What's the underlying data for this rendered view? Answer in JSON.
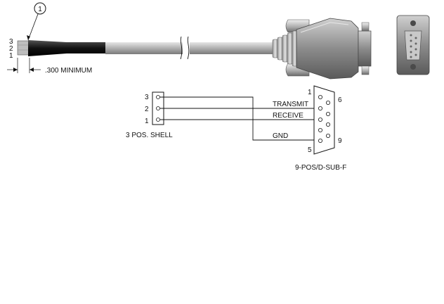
{
  "cable": {
    "callout_number": "1",
    "strand_numbers": [
      "3",
      "2",
      "1"
    ],
    "strip_length_label": ".300 MINIMUM"
  },
  "wiring": {
    "shell_pin_numbers": [
      "3",
      "2",
      "1"
    ],
    "shell_label": "3 POS. SHELL",
    "dsub_pin_numbers": {
      "p1": "1",
      "p6": "6",
      "p5": "5",
      "p9": "9"
    },
    "dsub_label": "9-POS/D-SUB-F",
    "signals": {
      "transmit": "TRANSMIT",
      "receive": "RECEIVE",
      "gnd": "GND"
    }
  },
  "colors": {
    "cable_body": "#b4b4b4",
    "jacket": "#111111",
    "connector_shell": "#8a8a8a",
    "line": "#111111"
  }
}
